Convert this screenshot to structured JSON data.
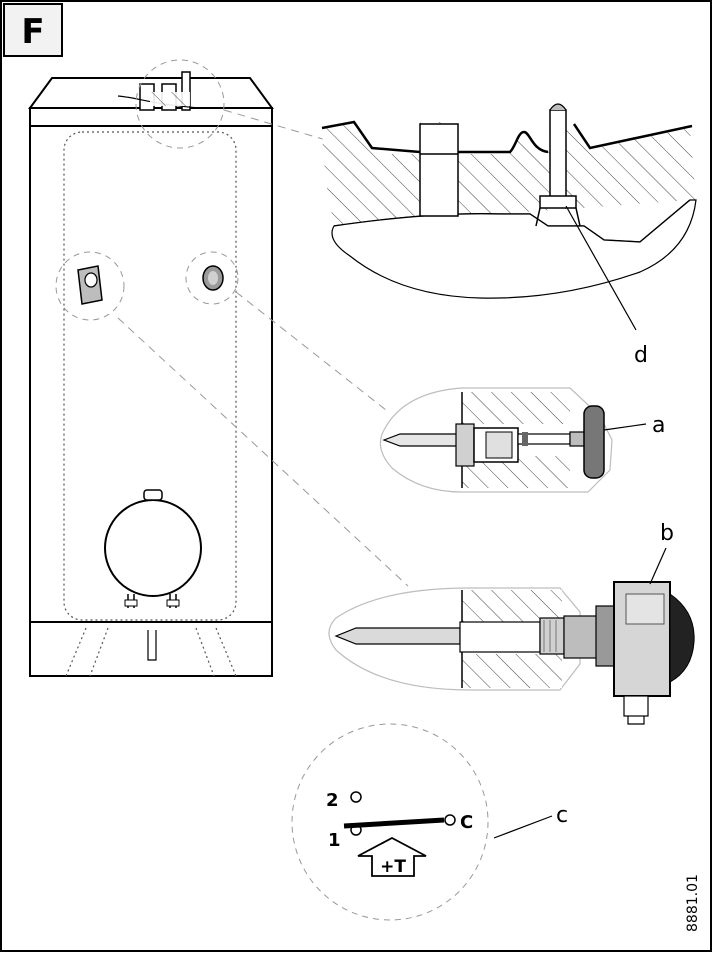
{
  "section": {
    "letter": "F"
  },
  "callouts": {
    "a": "a",
    "b": "b",
    "c": "c",
    "d": "d"
  },
  "switch": {
    "terminal_2": "2",
    "terminal_1": "1",
    "terminal_c": "C",
    "symbol": "+T"
  },
  "reference": {
    "code": "8881.01"
  }
}
